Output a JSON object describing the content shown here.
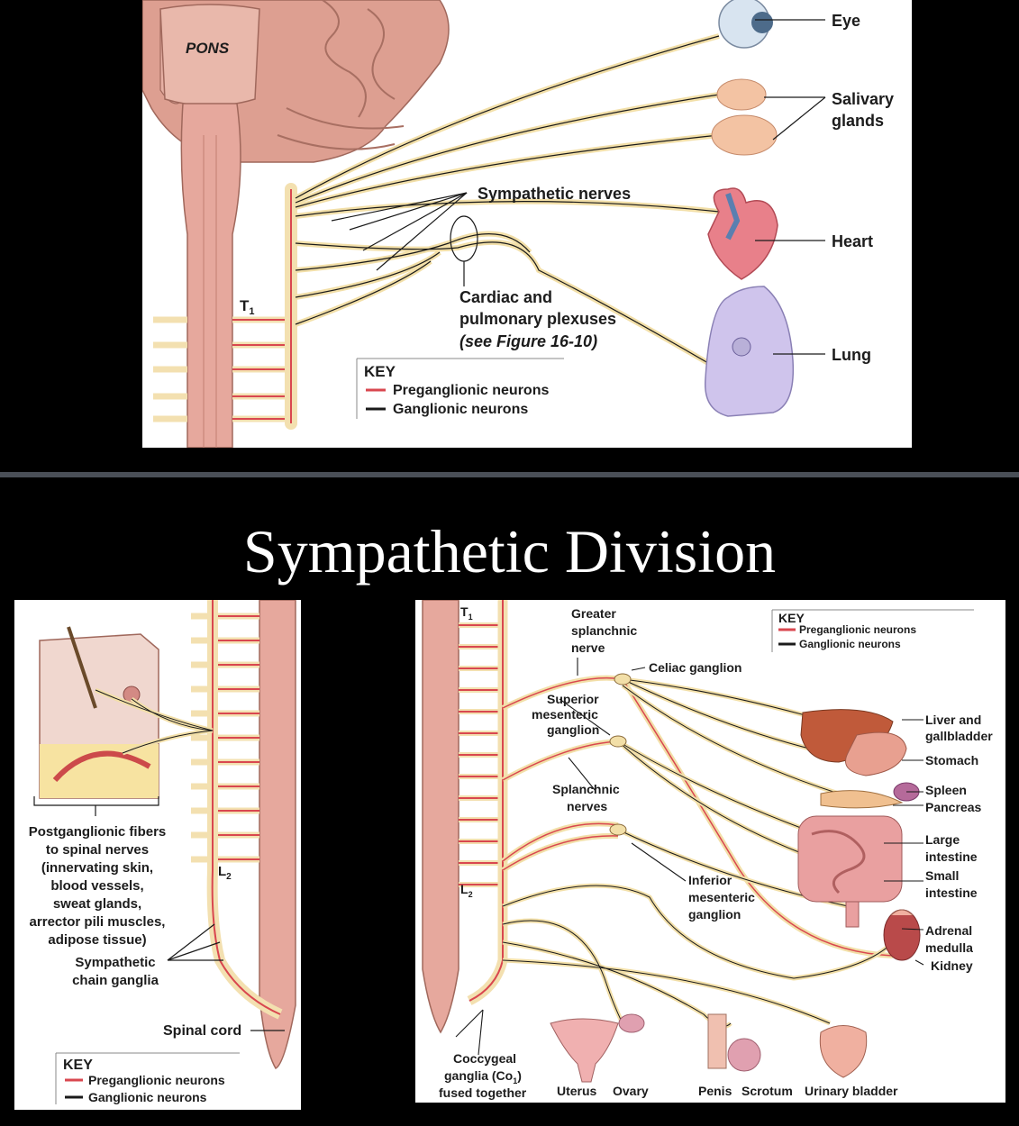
{
  "slide": {
    "title": "Sympathetic Division"
  },
  "top": {
    "pons": "PONS",
    "t1": "T",
    "t1_sub": "1",
    "labels": {
      "eye": "Eye",
      "salivary_1": "Salivary",
      "salivary_2": "glands",
      "sympathetic_nerves": "Sympathetic nerves",
      "heart": "Heart",
      "lung": "Lung",
      "plexus_1": "Cardiac and",
      "plexus_2": "pulmonary plexuses",
      "plexus_3": "(see Figure 16-10)"
    },
    "key": {
      "title": "KEY",
      "pre": "Preganglionic neurons",
      "gang": "Ganglionic neurons"
    }
  },
  "left": {
    "l2": "L",
    "l2_sub": "2",
    "postganglionic": [
      "Postganglionic fibers",
      "to spinal nerves",
      "(innervating skin,",
      "blood vessels,",
      "sweat glands,",
      "arrector pili muscles,",
      "adipose tissue)"
    ],
    "chain_1": "Sympathetic",
    "chain_2": "chain ganglia",
    "spinal_cord": "Spinal cord",
    "key": {
      "title": "KEY",
      "pre": "Preganglionic neurons",
      "gang": "Ganglionic neurons"
    }
  },
  "right": {
    "t1": "T",
    "t1_sub": "1",
    "l2": "L",
    "l2_sub": "2",
    "greater_1": "Greater",
    "greater_2": "splanchnic",
    "greater_3": "nerve",
    "celiac": "Celiac ganglion",
    "superior_1": "Superior",
    "superior_2": "mesenteric",
    "superior_3": "ganglion",
    "splanchnic_1": "Splanchnic",
    "splanchnic_2": "nerves",
    "inferior_1": "Inferior",
    "inferior_2": "mesenteric",
    "inferior_3": "ganglion",
    "liver_1": "Liver and",
    "liver_2": "gallbladder",
    "stomach": "Stomach",
    "spleen": "Spleen",
    "pancreas": "Pancreas",
    "large_1": "Large",
    "large_2": "intestine",
    "small_1": "Small",
    "small_2": "intestine",
    "adrenal_1": "Adrenal",
    "adrenal_2": "medulla",
    "kidney": "Kidney",
    "coccygeal_1": "Coccygeal",
    "coccygeal_2": "ganglia (Co",
    "coccygeal_2_sub": "1",
    "coccygeal_2_end": ")",
    "coccygeal_3": "fused together",
    "uterus": "Uterus",
    "ovary": "Ovary",
    "penis": "Penis",
    "scrotum": "Scrotum",
    "bladder": "Urinary bladder",
    "key": {
      "title": "KEY",
      "pre": "Preganglionic neurons",
      "gang": "Ganglionic neurons"
    }
  },
  "colors": {
    "preganglionic": "#d9474f",
    "ganglionic": "#1a1a1a",
    "nerve_fill": "#f2dfa8",
    "spinal": "#e8a49a",
    "brain": "#e0a396"
  }
}
